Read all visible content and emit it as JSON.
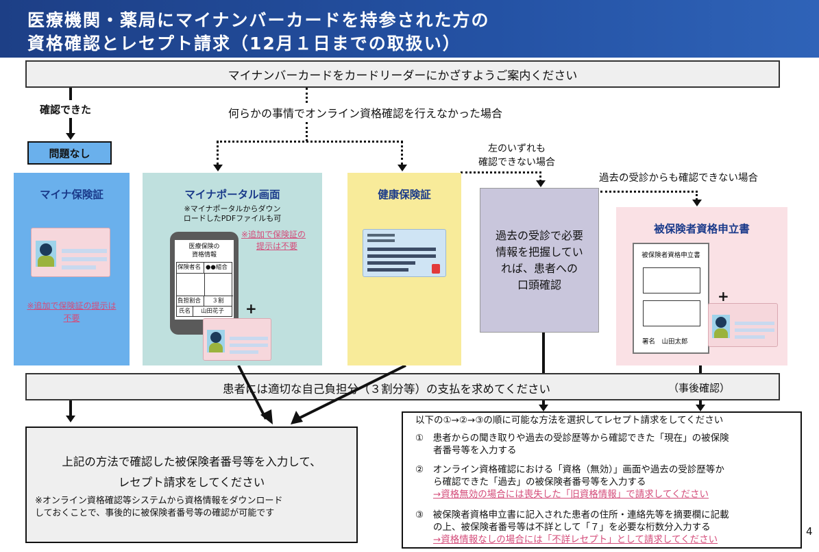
{
  "header": {
    "line1": "医療機関・薬局にマイナンバーカードを持参された方の",
    "line2": "資格確認とレセプト請求（12月１日までの取扱い）"
  },
  "top_instruction": "マイナンバーカードをカードリーダーにかざすようご案内ください",
  "confirmed_label": "確認できた",
  "no_problem_label": "問題なし",
  "failed_label": "何らかの事情でオンライン資格確認を行えなかった場合",
  "neither_label_1": "左のいずれも",
  "neither_label_2": "確認できない場合",
  "past_visit_label": "過去の受診からも確認できない場合",
  "panels": {
    "myna": {
      "title": "マイナ保険証",
      "note_1": "※追加で保険証の提示は",
      "note_2": "不要"
    },
    "portal": {
      "title": "マイナポータル画面",
      "sub_1": "※マイナポータルからダウン",
      "sub_2": "ロードしたPDFファイルも可",
      "note_1": "※追加で保険証の",
      "note_2": "提示は不要",
      "phone_title_1": "医療保険の",
      "phone_title_2": "資格情報",
      "row_insurer": "保険者名",
      "row_insurer_val": "●●組合",
      "row_share": "負担割合",
      "row_share_val": "３割",
      "row_name": "氏名",
      "row_name_val": "山田花子"
    },
    "kenko": {
      "title": "健康保険証"
    },
    "past": {
      "line1": "過去の受診で必要",
      "line2": "情報を把握してい",
      "line3": "れば、患者への",
      "line4": "口頭確認"
    },
    "shinritsu": {
      "title": "被保険者資格申立書",
      "form_title": "被保険者資格申立書",
      "sign": "署名　山田太郎"
    }
  },
  "plus": "+",
  "payment_bar": "患者には適切な自己負担分（３割分等）の支払を求めてください",
  "after_check": "（事後確認）",
  "left_result": {
    "line1": "上記の方法で確認した被保険者番号等を入力して、",
    "line2": "レセプト請求をしてください",
    "note1": "※オンライン資格確認等システムから資格情報をダウンロード",
    "note2": "しておくことで、事後的に被保険者番号等の確認が可能です"
  },
  "right_result": {
    "intro": "以下の①→②→③の順に可能な方法を選択してレセプト請求をしてください",
    "item1_a": "①　患者からの聞き取りや過去の受診歴等から確認できた「現在」の被保険",
    "item1_b": "者番号等を入力する",
    "item2_a": "②　オンライン資格確認における「資格（無効）」画面や過去の受診歴等か",
    "item2_b": "ら確認できた「過去」の被保険者番号等を入力する",
    "item2_c": "→資格無効の場合には喪失した「旧資格情報」で請求してください",
    "item3_a": "③　被保険者資格申立書に記入された患者の住所・連絡先等を摘要欄に記載",
    "item3_b": "の上、被保険者番号等は不詳として「７」を必要な桁数分入力する",
    "item3_c": "→資格情報なしの場合には「不詳レセプト」として請求してください"
  },
  "page_number": "4",
  "colors": {
    "header": "#2452a4",
    "myna_bg": "#6ab0ec",
    "portal_bg": "#bfe0de",
    "kenko_bg": "#f8eb9a",
    "past_bg": "#c9c6dc",
    "shinritsu_bg": "#fae1e5",
    "pink_text": "#d44c7a",
    "title_blue": "#1a3a8a"
  }
}
